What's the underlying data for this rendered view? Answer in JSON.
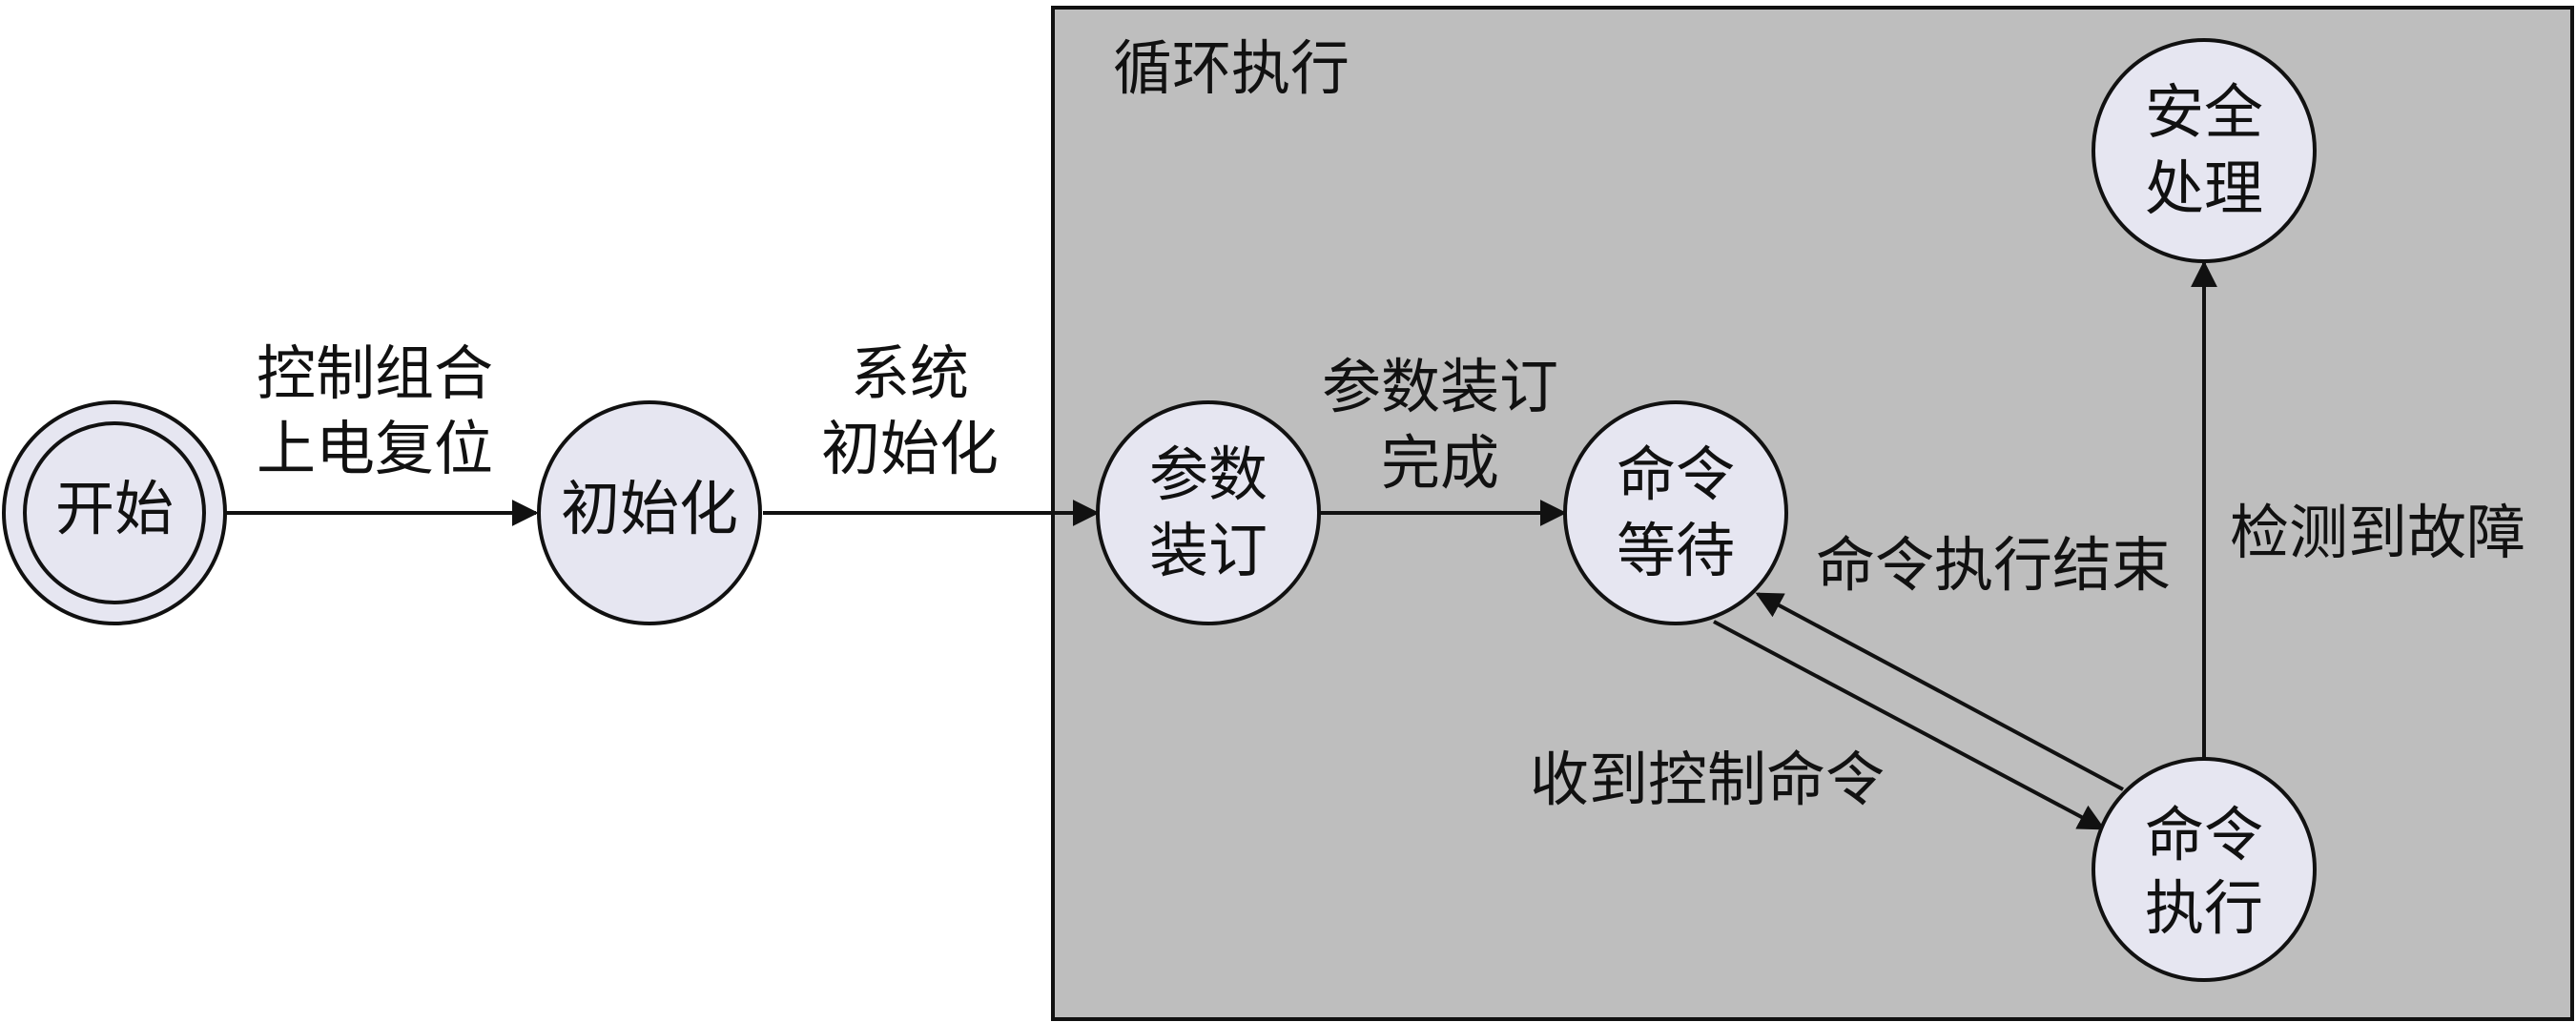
{
  "colors": {
    "loop_fill": "#bebebe",
    "node_fill": "#e6e6f1",
    "stroke": "#111111"
  },
  "loop": {
    "title": "循环执行"
  },
  "nodes": {
    "start": "开始",
    "init": "初始化",
    "param_line1": "参数",
    "param_line2": "装订",
    "wait_line1": "命令",
    "wait_line2": "等待",
    "exec_line1": "命令",
    "exec_line2": "执行",
    "safety_line1": "安全",
    "safety_line2": "处理"
  },
  "edges": {
    "start_to_init_line1": "控制组合",
    "start_to_init_line2": "上电复位",
    "init_to_param_line1": "系统",
    "init_to_param_line2": "初始化",
    "param_to_wait_line1": "参数装订",
    "param_to_wait_line2": "完成",
    "wait_to_exec": "收到控制命令",
    "exec_to_wait": "命令执行结束",
    "exec_to_safety": "检测到故障"
  }
}
